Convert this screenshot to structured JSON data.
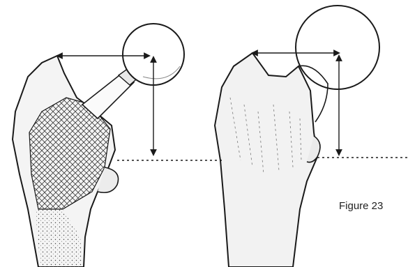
{
  "figure": {
    "caption": "Figure 23",
    "left_panel": "femur-with-hip-implant",
    "right_panel": "natural-femur",
    "line_color": "#1a1a1a",
    "background": "#ffffff"
  }
}
